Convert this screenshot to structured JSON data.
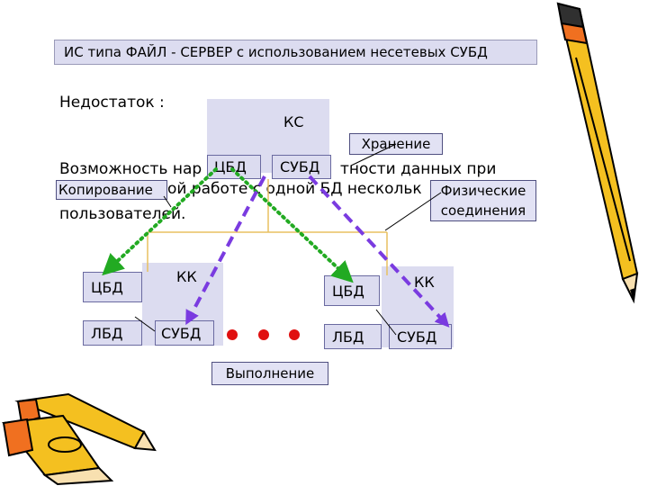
{
  "title": "ИС типа ФАЙЛ - СЕРВЕР с использованием несетевых СУБД",
  "disadvantage_label": "Недостаток :",
  "disadvantage_line1_a": "Возможность нар",
  "disadvantage_line1_b": "тности данных при",
  "disadvantage_line2_mid": "ой работе с одной БД нескольк",
  "disadvantage_line3": "пользователей.",
  "server": {
    "label": "КС",
    "db_label": "ЦБД",
    "dbms_label": "СУБД"
  },
  "storage_label": "Хранение",
  "copy_label": "Копирование",
  "phys_label_1": "Физические",
  "phys_label_2": "соединения",
  "client_left": {
    "label": "КК",
    "db_label": "ЦБД",
    "local_db_label": "ЛБД",
    "dbms_label": "СУБД"
  },
  "client_right": {
    "label": "КК",
    "db_label": "ЦБД",
    "local_db_label": "ЛБД",
    "dbms_label": "СУБД"
  },
  "execution_label": "Выполнение",
  "colors": {
    "box_fill": "#dcdcf0",
    "copy_arrow": "#22aa22",
    "exec_arrow": "#7a3be0",
    "bus": "#e8c060",
    "dots": "#e01010"
  }
}
